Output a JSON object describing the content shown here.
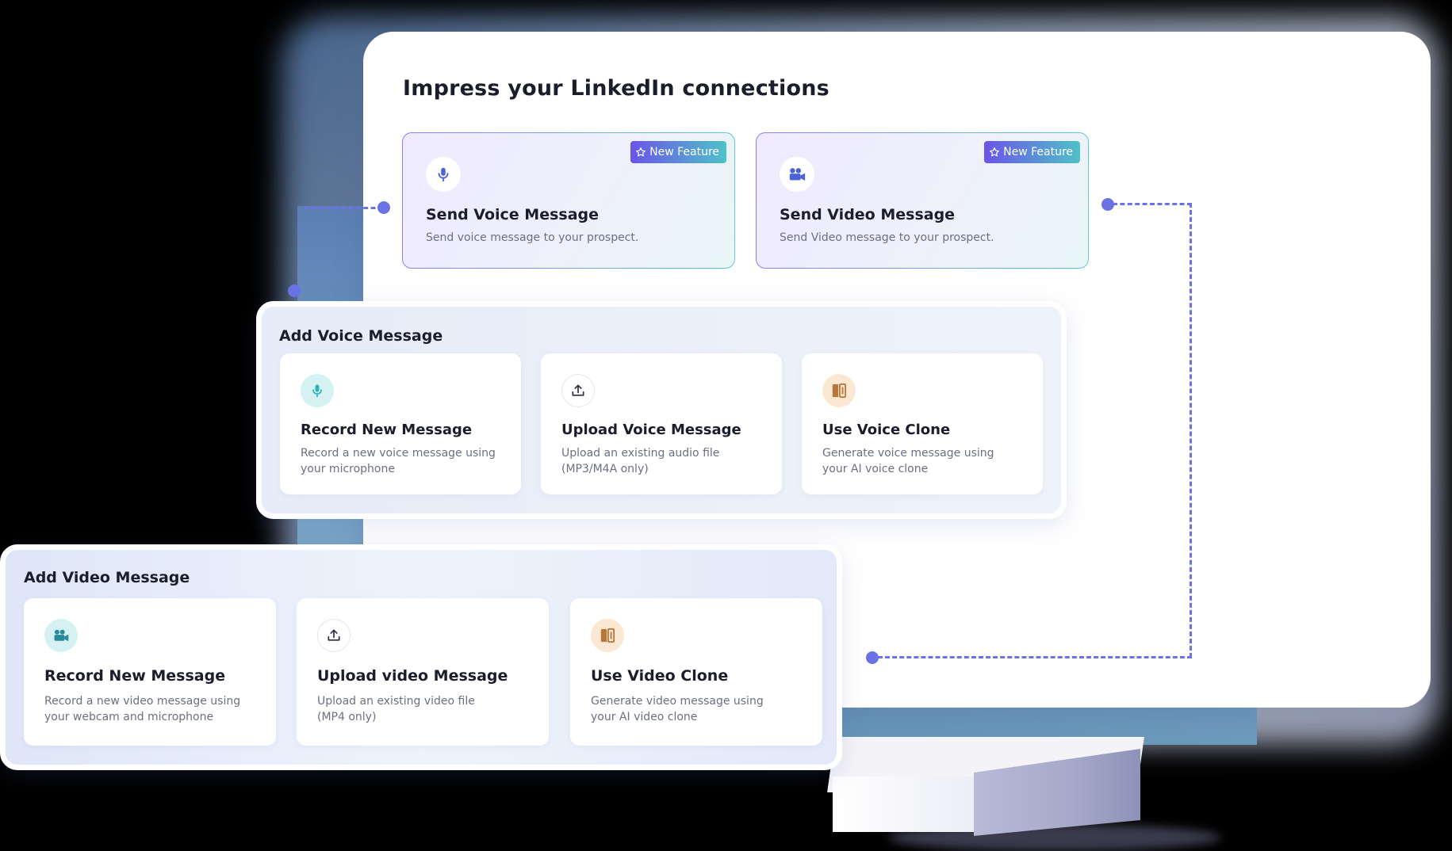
{
  "main": {
    "title": "Impress your LinkedIn connections"
  },
  "feature_cards": [
    {
      "title": "Send Voice Message",
      "description": "Send voice message to your prospect.",
      "badge": "New Feature",
      "icon": "microphone-icon"
    },
    {
      "title": "Send Video Message",
      "description": "Send Video message to your prospect.",
      "badge": "New Feature",
      "icon": "video-camera-icon"
    }
  ],
  "voice_group": {
    "title": "Add Voice Message",
    "options": [
      {
        "title": "Record New Message",
        "description": "Record a new voice message using your microphone",
        "icon": "microphone-icon"
      },
      {
        "title": "Upload Voice Message",
        "description": "Upload an existing audio file (MP3/M4A only)",
        "icon": "upload-icon"
      },
      {
        "title": "Use Voice Clone",
        "description": "Generate voice message using your AI voice clone",
        "icon": "clone-icon"
      }
    ]
  },
  "video_group": {
    "title": "Add Video Message",
    "options": [
      {
        "title": "Record New Message",
        "description": "Record a new video message using your webcam and microphone",
        "icon": "video-camera-icon"
      },
      {
        "title": "Upload video Message",
        "description": "Upload an existing video file (MP4 only)",
        "icon": "upload-icon"
      },
      {
        "title": "Use Video Clone",
        "description": "Generate video message using your AI video clone",
        "icon": "clone-icon"
      }
    ]
  },
  "colors": {
    "accent": "#6a72e6",
    "badge_start": "#6a55e8",
    "badge_end": "#4fc1c9",
    "teal_icon": "#2bb3b8",
    "orange_icon": "#b8773a"
  }
}
